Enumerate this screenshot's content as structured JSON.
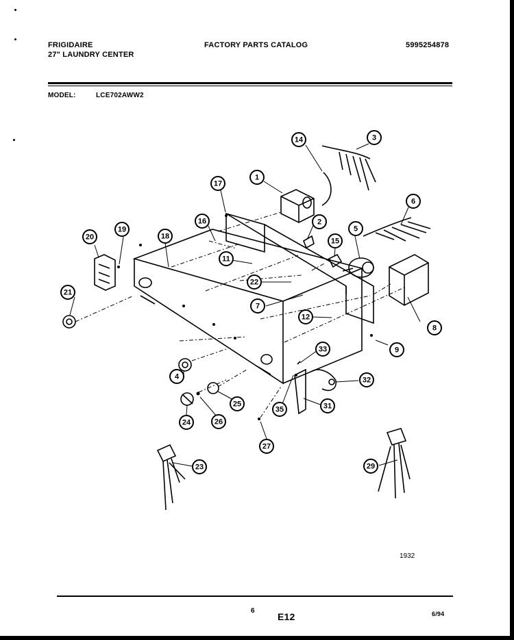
{
  "header": {
    "brand": "FRIGIDAIRE",
    "product": "27\" LAUNDRY CENTER",
    "catalog_title": "FACTORY PARTS CATALOG",
    "catalog_number": "5995254878",
    "model_label": "MODEL:",
    "model_number": "LCE702AWW2"
  },
  "diagram": {
    "callouts": [
      "1",
      "2",
      "3",
      "4",
      "5",
      "6",
      "7",
      "8",
      "9",
      "11",
      "12",
      "14",
      "15",
      "16",
      "17",
      "18",
      "19",
      "20",
      "21",
      "22",
      "23",
      "24",
      "25",
      "26",
      "27",
      "29",
      "31",
      "32",
      "33",
      "35"
    ],
    "figure_number": "1932"
  },
  "footer": {
    "page_number": "6",
    "section_code": "E12",
    "date": "6/94"
  }
}
